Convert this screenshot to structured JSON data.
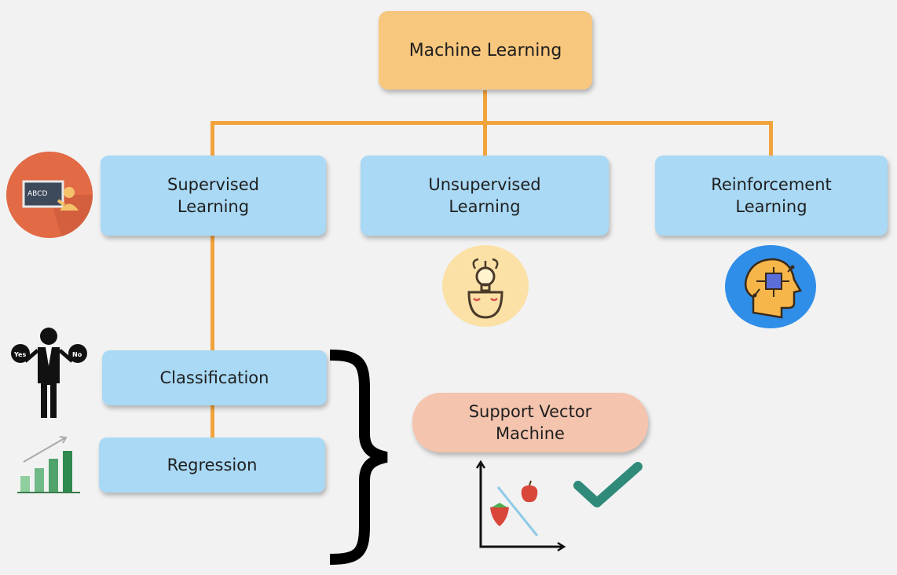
{
  "colors": {
    "connector": "#f2a43c",
    "root_fill": "#f8c77e",
    "category_fill": "#a9d9f5",
    "svm_fill": "#f4c4ae",
    "check": "#2f8a7a"
  },
  "root": {
    "label": "Machine Learning"
  },
  "categories": [
    {
      "label": "Supervised\nLearning",
      "icon": "teacher-board-icon"
    },
    {
      "label": "Unsupervised\nLearning",
      "icon": "brain-lightbulb-icon"
    },
    {
      "label": "Reinforcement\nLearning",
      "icon": "ai-head-chip-icon"
    }
  ],
  "supervised_children": [
    {
      "label": "Classification",
      "icon": "businessman-yes-no-icon"
    },
    {
      "label": "Regression",
      "icon": "bar-chart-growth-icon"
    }
  ],
  "svm": {
    "label": "Support Vector\nMachine",
    "icons": [
      "scatter-plot-fruit-icon",
      "checkmark-icon"
    ]
  },
  "icon_text": {
    "board": "ABCD",
    "yes": "Yes",
    "no": "No"
  }
}
